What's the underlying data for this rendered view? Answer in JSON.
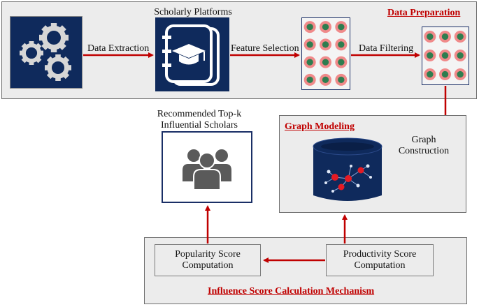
{
  "data_preparation": {
    "title": "Data Preparation",
    "platform_title": "Scholarly Platforms",
    "arrow1_label": "Data Extraction",
    "arrow2_label": "Feature Selection",
    "arrow3_label": "Data Filtering"
  },
  "graph_modeling": {
    "title": "Graph Modeling",
    "construction_label_line1": "Graph",
    "construction_label_line2": "Construction"
  },
  "recommended": {
    "label_line1": "Recommended Top-k",
    "label_line2": "Influential Scholars"
  },
  "influence": {
    "title": "Influence Score Calculation Mechanism",
    "popularity_line1": "Popularity Score",
    "popularity_line2": "Computation",
    "productivity_line1": "Productivity Score",
    "productivity_line2": "Computation"
  },
  "icons": [
    "gears-icon",
    "graduation-book-icon",
    "dot-matrix-icon",
    "filtered-dot-matrix-icon",
    "graph-database-icon",
    "people-group-icon"
  ],
  "colors": {
    "accent_red": "#c00000",
    "navy": "#0f2a5c",
    "dot_pink": "#f08a8a",
    "dot_green": "#2e7d4f"
  }
}
